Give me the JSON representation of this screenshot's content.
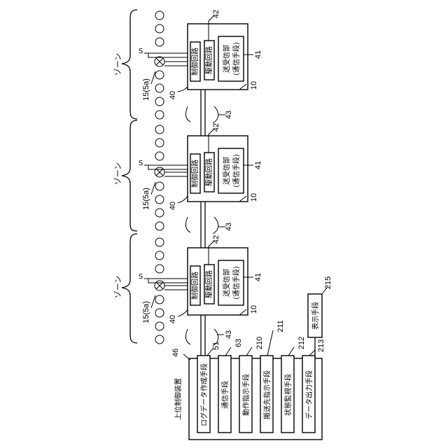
{
  "zone_label": "ゾーン",
  "sensor_label": "S",
  "zones": [
    {
      "ref_sensor": "15(5a)",
      "ref_control": "40",
      "ref_drive": "42",
      "ref_comm": "41",
      "ref_unit": "10",
      "control_circuit": "制御回路",
      "drive_circuit": "駆動回路",
      "comm_line1": "送受信部",
      "comm_line2": "(通信手段)"
    },
    {
      "ref_sensor": "15(5a)",
      "ref_control": "40",
      "ref_drive": "42",
      "ref_comm": "41",
      "ref_unit": "10",
      "control_circuit": "制御回路",
      "drive_circuit": "駆動回路",
      "comm_line1": "送受信部",
      "comm_line2": "(通信手段)"
    },
    {
      "ref_sensor": "15(5a)",
      "ref_control": "40",
      "ref_drive": "42",
      "ref_comm": "41",
      "ref_unit": "10",
      "control_circuit": "制御回路",
      "drive_circuit": "駆動回路",
      "comm_line1": "送受信部",
      "comm_line2": "(通信手段)"
    }
  ],
  "network_refs": [
    "43",
    "43",
    "43"
  ],
  "host": {
    "title": "上位制御装置",
    "ref": "46",
    "modules": [
      {
        "label": "ログデータ作成手段",
        "ref": "51"
      },
      {
        "label": "通信手段",
        "ref": "63"
      },
      {
        "label": "動作指示手段",
        "ref": "210"
      },
      {
        "label": "搬送先指示手段",
        "ref": "211"
      },
      {
        "label": "状態監視手段",
        "ref": "212"
      },
      {
        "label": "データ出力手段",
        "ref": "213"
      }
    ]
  },
  "display": {
    "label": "表示手段",
    "ref": "215"
  }
}
